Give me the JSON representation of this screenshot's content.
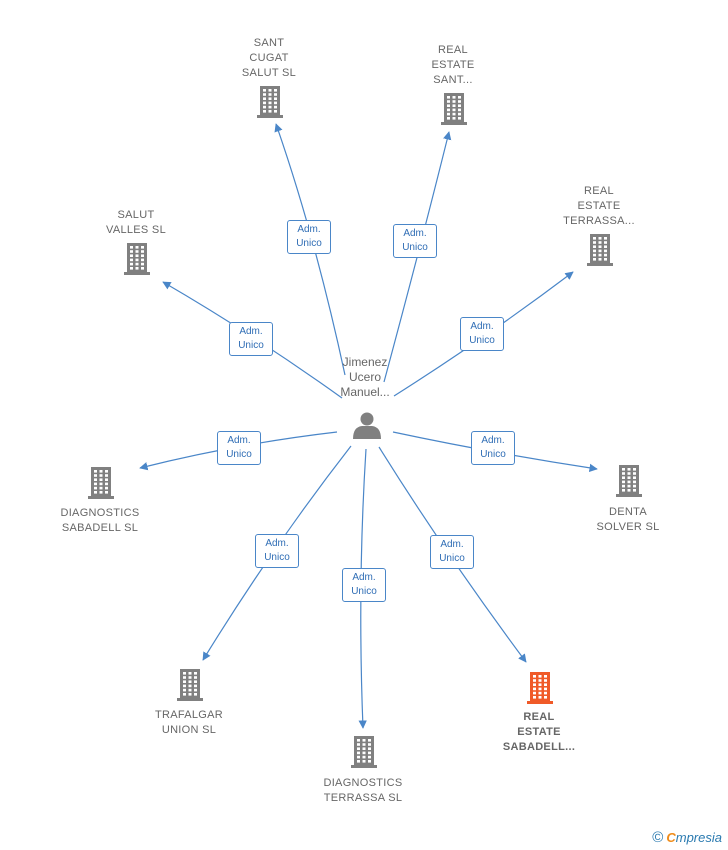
{
  "center": {
    "name": "Jimenez\nUcero\nManuel..."
  },
  "colors": {
    "edge": "#4a86c8",
    "building": "#808080",
    "building_highlight": "#f05a28",
    "person": "#808080"
  },
  "nodes": [
    {
      "id": "sant-cugat-salut",
      "label": "SANT\nCUGAT\nSALUT  SL",
      "highlight": false
    },
    {
      "id": "real-estate-sant",
      "label": "REAL\nESTATE\nSANT...",
      "highlight": false
    },
    {
      "id": "real-estate-terrassa",
      "label": "REAL\nESTATE\nTERRASSA...",
      "highlight": false
    },
    {
      "id": "salut-valles",
      "label": "SALUT\nVALLES  SL",
      "highlight": false
    },
    {
      "id": "diagnostics-sabadell",
      "label": "DIAGNOSTICS\nSABADELL  SL",
      "highlight": false
    },
    {
      "id": "denta-solver",
      "label": "DENTA\nSOLVER  SL",
      "highlight": false
    },
    {
      "id": "trafalgar-union",
      "label": "TRAFALGAR\nUNION SL",
      "highlight": false
    },
    {
      "id": "diagnostics-terrassa",
      "label": "DIAGNOSTICS\nTERRASSA  SL",
      "highlight": false
    },
    {
      "id": "real-estate-sabadell",
      "label": "REAL\nESTATE\nSABADELL...",
      "highlight": true
    }
  ],
  "edges": [
    {
      "to": "sant-cugat-salut",
      "label": "Adm.\nUnico"
    },
    {
      "to": "real-estate-sant",
      "label": "Adm.\nUnico"
    },
    {
      "to": "real-estate-terrassa",
      "label": "Adm.\nUnico"
    },
    {
      "to": "salut-valles",
      "label": "Adm.\nUnico"
    },
    {
      "to": "diagnostics-sabadell",
      "label": "Adm.\nUnico"
    },
    {
      "to": "denta-solver",
      "label": "Adm.\nUnico"
    },
    {
      "to": "trafalgar-union",
      "label": "Adm.\nUnico"
    },
    {
      "to": "diagnostics-terrassa",
      "label": "Adm.\nUnico"
    },
    {
      "to": "real-estate-sabadell",
      "label": "Adm.\nUnico"
    }
  ],
  "footer": {
    "copyright": "©",
    "brand_initial": "C",
    "brand_rest": "mpresia"
  }
}
